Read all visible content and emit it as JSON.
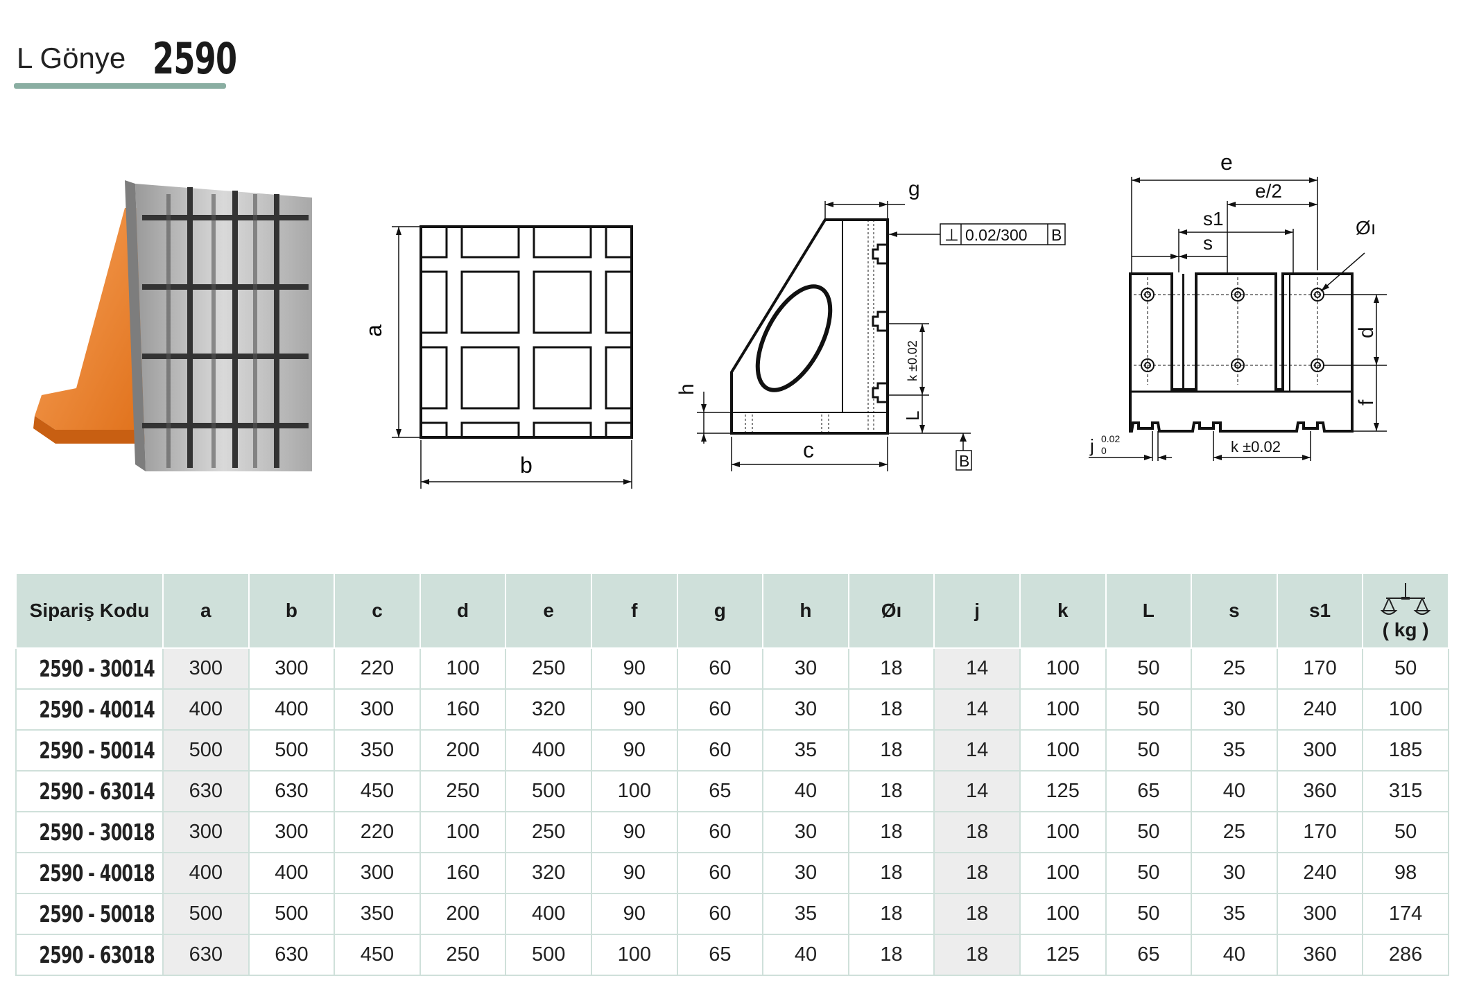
{
  "header": {
    "title": "L Gönye",
    "code": "2590"
  },
  "drawings": {
    "front": {
      "label_a": "a",
      "label_b": "b"
    },
    "side": {
      "label_g": "g",
      "label_h": "h",
      "label_c": "c",
      "label_k": "k ±0.02",
      "label_L": "L",
      "tolerance_symbol": "⊥",
      "tolerance_value": "0.02/300",
      "tolerance_datum": "B",
      "datum_label": "B"
    },
    "top": {
      "label_e": "e",
      "label_e2": "e/2",
      "label_s1": "s1",
      "label_s": "s",
      "label_diam": "Øı",
      "label_d": "d",
      "label_f": "f",
      "label_k": "k ±0.02",
      "label_j": "j",
      "label_j_tol_upper": "0.02",
      "label_j_tol_lower": "0"
    }
  },
  "table": {
    "columns": [
      "Sipariş Kodu",
      "a",
      "b",
      "c",
      "d",
      "e",
      "f",
      "g",
      "h",
      "Øı",
      "j",
      "k",
      "L",
      "s",
      "s1"
    ],
    "weight_column": {
      "icon": "scale-icon",
      "label": "( kg )"
    },
    "rows": [
      [
        "2590 - 30014",
        "300",
        "300",
        "220",
        "100",
        "250",
        "90",
        "60",
        "30",
        "18",
        "14",
        "100",
        "50",
        "25",
        "170",
        "50"
      ],
      [
        "2590 - 40014",
        "400",
        "400",
        "300",
        "160",
        "320",
        "90",
        "60",
        "30",
        "18",
        "14",
        "100",
        "50",
        "30",
        "240",
        "100"
      ],
      [
        "2590 - 50014",
        "500",
        "500",
        "350",
        "200",
        "400",
        "90",
        "60",
        "35",
        "18",
        "14",
        "100",
        "50",
        "35",
        "300",
        "185"
      ],
      [
        "2590 - 63014",
        "630",
        "630",
        "450",
        "250",
        "500",
        "100",
        "65",
        "40",
        "18",
        "14",
        "125",
        "65",
        "40",
        "360",
        "315"
      ],
      [
        "2590 - 30018",
        "300",
        "300",
        "220",
        "100",
        "250",
        "90",
        "60",
        "30",
        "18",
        "18",
        "100",
        "50",
        "25",
        "170",
        "50"
      ],
      [
        "2590 - 40018",
        "400",
        "400",
        "300",
        "160",
        "320",
        "90",
        "60",
        "30",
        "18",
        "18",
        "100",
        "50",
        "30",
        "240",
        "98"
      ],
      [
        "2590 - 50018",
        "500",
        "500",
        "350",
        "200",
        "400",
        "90",
        "60",
        "35",
        "18",
        "18",
        "100",
        "50",
        "35",
        "300",
        "174"
      ],
      [
        "2590 - 63018",
        "630",
        "630",
        "450",
        "250",
        "500",
        "100",
        "65",
        "40",
        "18",
        "18",
        "125",
        "65",
        "40",
        "360",
        "286"
      ]
    ]
  },
  "colors": {
    "header_bg": "#cfe0da",
    "accent": "#8aaea2",
    "orange": "#f0872f",
    "shade": "#ededed"
  }
}
